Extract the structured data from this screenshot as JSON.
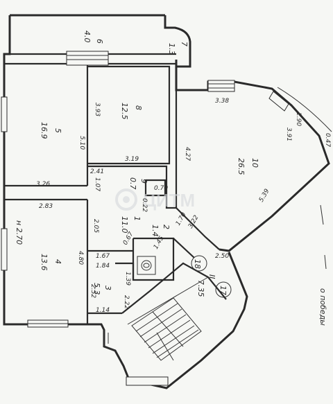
{
  "watermark": {
    "text": "ЦИТМ",
    "color": "#cfd3d8"
  },
  "rooms": [
    {
      "id": "6",
      "num": "6",
      "area": "4.0"
    },
    {
      "id": "7",
      "num": "7",
      "area": "1.3"
    },
    {
      "id": "5",
      "num": "5",
      "area": "16.9"
    },
    {
      "id": "8",
      "num": "8",
      "area": "12.5"
    },
    {
      "id": "10",
      "num": "10",
      "area": "26.5"
    },
    {
      "id": "1",
      "num": "1",
      "area": "11.0"
    },
    {
      "id": "2",
      "num": "2",
      "area": "1.4"
    },
    {
      "id": "9",
      "num": "9",
      "area": "0.7"
    },
    {
      "id": "4",
      "num": "4",
      "area": "13.6"
    },
    {
      "id": "3",
      "num": "3",
      "area": "5.3"
    },
    {
      "id": "stair",
      "num": "II",
      "area": "7.35"
    }
  ],
  "dimensions": {
    "d338": "3.38",
    "d290": "2.90",
    "d391": "3.91",
    "d047": "0.47",
    "d427": "4.27",
    "d539": "5.39",
    "d393": "3.93",
    "d510": "5.10",
    "d319": "3.19",
    "d326": "3.26",
    "d241": "2.41",
    "d107": "1.07",
    "d283": "2.83",
    "d205": "2.05",
    "d480": "4.80",
    "d167": "1.67",
    "d184": "1.84",
    "d252": "2.52",
    "d222": "2.22",
    "d114": "1.14",
    "d145": "1.45",
    "d139": "1.39",
    "d067": "0.67",
    "d070": "0.70",
    "d022": "0.22",
    "d322": "3.22",
    "d250": "2.50",
    "d170": "1.70"
  },
  "notes": {
    "balcony_mark": "н 2.70",
    "circle_a": "18",
    "circle_b": "17",
    "street_text": "о победы"
  }
}
